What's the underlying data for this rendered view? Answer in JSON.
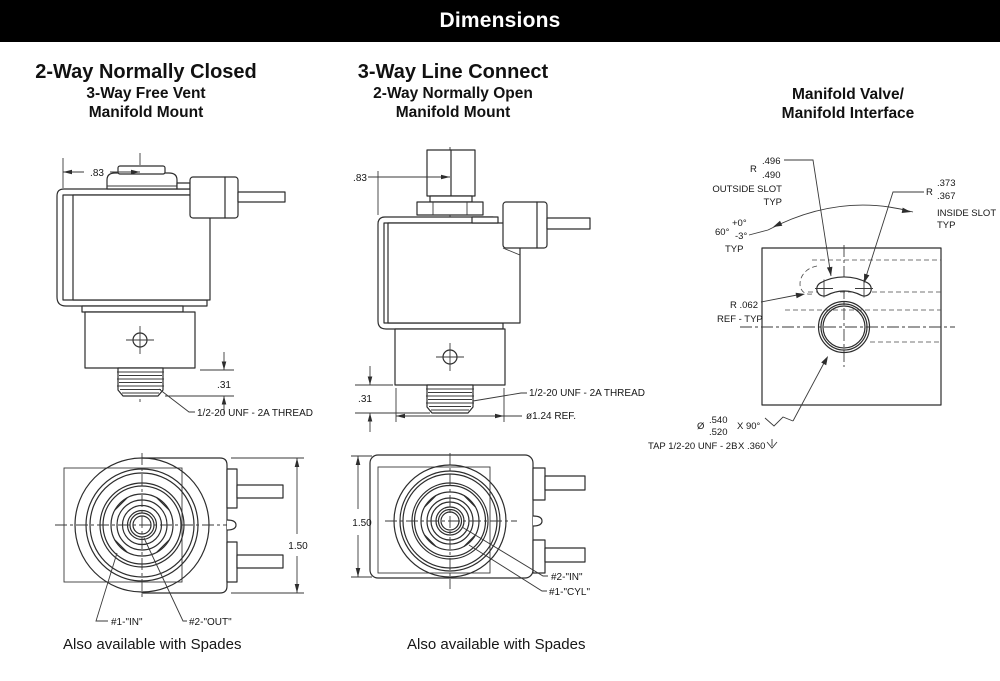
{
  "header": {
    "title": "Dimensions"
  },
  "col1": {
    "title": "2-Way Normally Closed",
    "subtitle1": "3-Way Free Vent",
    "subtitle2": "Manifold Mount",
    "note": "Also available with Spades"
  },
  "col2": {
    "title": "3-Way Line Connect",
    "subtitle1": "2-Way Normally Open",
    "subtitle2": "Manifold Mount",
    "note": "Also available with Spades"
  },
  "col3": {
    "title": "Manifold Valve/",
    "subtitle1": "Manifold Interface"
  },
  "side1": {
    "width_dim": ".83",
    "stub_dim": ".31",
    "thread_label": "1/2-20 UNF - 2A THREAD"
  },
  "bottom1": {
    "height_dim": "1.50",
    "port_a": "#1-\"IN\"",
    "port_b": "#2-\"OUT\""
  },
  "side2": {
    "width_dim": ".83",
    "stub_dim": ".31",
    "thread_label": "1/2-20 UNF - 2A THREAD",
    "dia_label": "ø1.24 REF."
  },
  "bottom2": {
    "height_dim": "1.50",
    "port_a": "#2-\"IN\"",
    "port_b": "#1-\"CYL\""
  },
  "manifold": {
    "outside_r_prefix": "R",
    "outside_r_upper": ".496",
    "outside_r_lower": ".490",
    "outside_label": "OUTSIDE SLOT",
    "outside_typ": "TYP",
    "inside_r_prefix": "R",
    "inside_r_upper": ".373",
    "inside_r_lower": ".367",
    "inside_label": "INSIDE SLOT",
    "inside_typ": "TYP",
    "angle": "60°",
    "angle_upper": "+0°",
    "angle_lower": "-3°",
    "angle_typ": "TYP",
    "fillet_line1": "R .062",
    "fillet_line2": "REF - TYP",
    "hole_prefix": "Ø",
    "hole_upper": ".540",
    "hole_lower": ".520",
    "hole_angle": "X 90°",
    "tap_label": "TAP 1/2-20 UNF - 2B",
    "tap_depth": "X .360"
  },
  "colors": {
    "ink": "#2d2d2d",
    "text": "#161616",
    "header_bg": "#000000",
    "header_fg": "#ffffff",
    "background": "#ffffff"
  }
}
